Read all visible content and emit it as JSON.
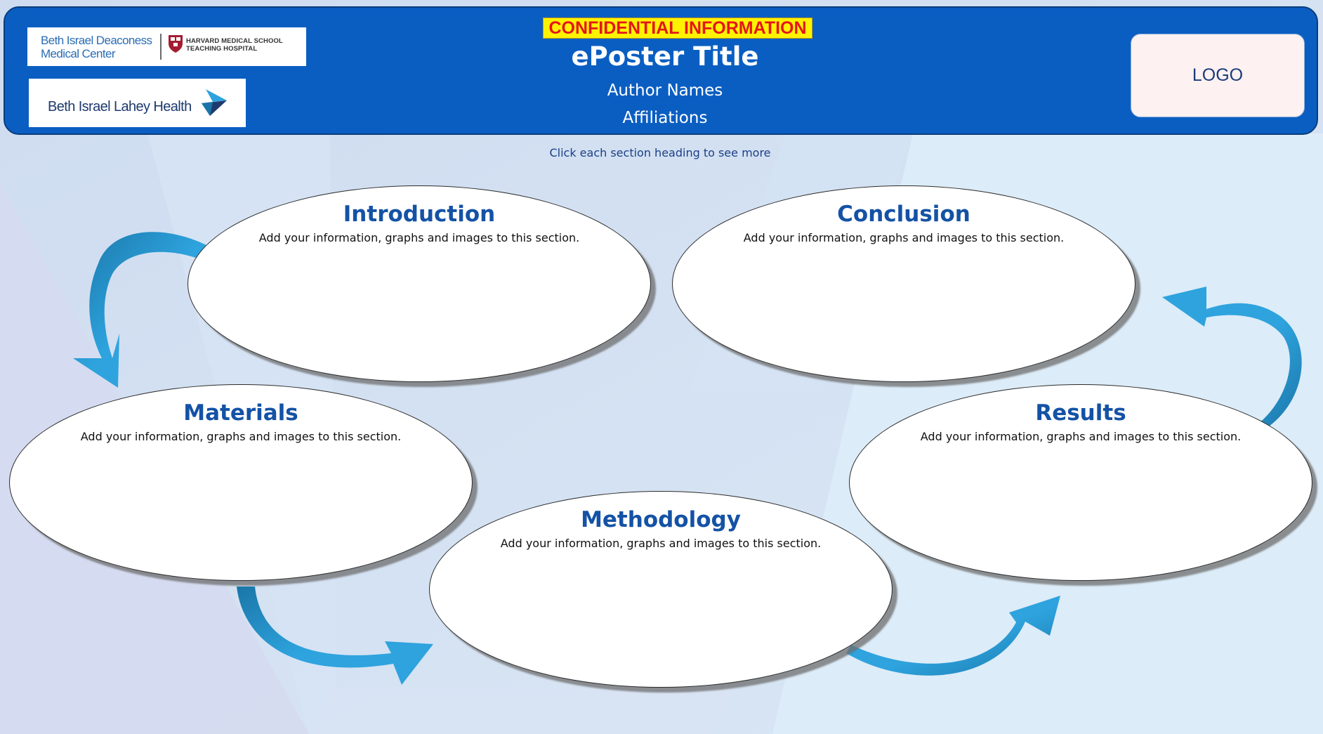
{
  "header": {
    "confidential_banner": "CONFIDENTIAL INFORMATION",
    "title": "ePoster Title",
    "authors": "Author Names",
    "affiliations": "Affiliations",
    "logo_placeholder": "LOGO",
    "bidmc_logo": {
      "name_line1": "Beth Israel Deaconess",
      "name_line2": "Medical Center",
      "harvard_line1": "HARVARD MEDICAL SCHOOL",
      "harvard_line2": "TEACHING HOSPITAL"
    },
    "bilh_logo": {
      "name": "Beth Israel Lahey Health"
    }
  },
  "instruction": "Click each section heading to see more",
  "sections": {
    "introduction": {
      "heading": "Introduction",
      "body": "Add your information, graphs and images to this section."
    },
    "conclusion": {
      "heading": "Conclusion",
      "body": "Add your information, graphs and images to this section."
    },
    "materials": {
      "heading": "Materials",
      "body": "Add your information, graphs and images to this section."
    },
    "results": {
      "heading": "Results",
      "body": "Add your information, graphs and images to this section."
    },
    "methodology": {
      "heading": "Methodology",
      "body": "Add your information, graphs and images to this section."
    }
  },
  "colors": {
    "header_blue": "#0a5ec2",
    "heading_blue": "#1452a5",
    "arrow_blue": "#2ea3de",
    "arrow_dark": "#1a76a8",
    "banner_yellow": "#fff200",
    "banner_red": "#e4161a"
  },
  "icons": {
    "harvard_logo": "harvard-shield-icon",
    "bilh_logo": "bilh-bird-icon",
    "flow_arrows": "curved-arrow-icon"
  }
}
